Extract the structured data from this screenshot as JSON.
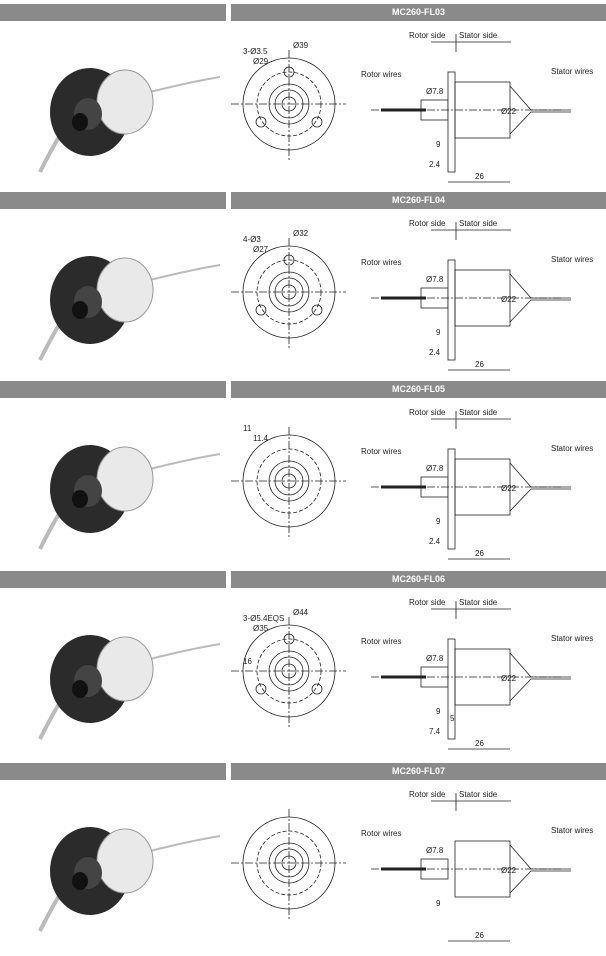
{
  "sections": [
    {
      "model": "MC260-FL03",
      "front_labels": [
        "3-Ø3.5",
        "Ø29",
        "Ø39"
      ],
      "flange": true,
      "side": {
        "rotor_side": "Rotor side",
        "stator_side": "Stator side",
        "rotor_wires": "Rotor wires",
        "stator_wires": "Stator wires",
        "bore": "Ø7.8",
        "body": "Ø22",
        "d1": "9",
        "d2": "2.4",
        "len": "26"
      }
    },
    {
      "model": "MC260-FL04",
      "front_labels": [
        "4-Ø3",
        "Ø27",
        "Ø32"
      ],
      "flange": true,
      "side": {
        "rotor_side": "Rotor side",
        "stator_side": "Stator side",
        "rotor_wires": "Rotor wires",
        "stator_wires": "Stator wires",
        "bore": "Ø7.8",
        "body": "Ø22",
        "d1": "9",
        "d2": "2.4",
        "len": "26"
      }
    },
    {
      "model": "MC260-FL05",
      "front_labels": [
        "11",
        "11.4"
      ],
      "flange": true,
      "side": {
        "rotor_side": "Rotor side",
        "stator_side": "Stator side",
        "rotor_wires": "Rotor wires",
        "stator_wires": "Stator wires",
        "bore": "Ø7.8",
        "body": "Ø22",
        "d1": "9",
        "d2": "2.4",
        "len": "26"
      }
    },
    {
      "model": "MC260-FL06",
      "front_labels": [
        "3-Ø5.4EQS",
        "Ø35",
        "Ø44",
        "16"
      ],
      "flange": true,
      "side": {
        "rotor_side": "Rotor side",
        "stator_side": "Stator side",
        "rotor_wires": "Rotor wires",
        "stator_wires": "Stator wires",
        "bore": "Ø7.8",
        "body": "Ø22",
        "d1": "9",
        "d2": "7.4",
        "d3": "5",
        "len": "26"
      }
    },
    {
      "model": "MC260-FL07",
      "front_labels": [],
      "flange": false,
      "side": {
        "rotor_side": "Rotor side",
        "stator_side": "Stator side",
        "rotor_wires": "Rotor wires",
        "stator_wires": "Stator wires",
        "bore": "Ø7.8",
        "body": "Ø22",
        "d1": "9",
        "len": "26"
      }
    }
  ]
}
